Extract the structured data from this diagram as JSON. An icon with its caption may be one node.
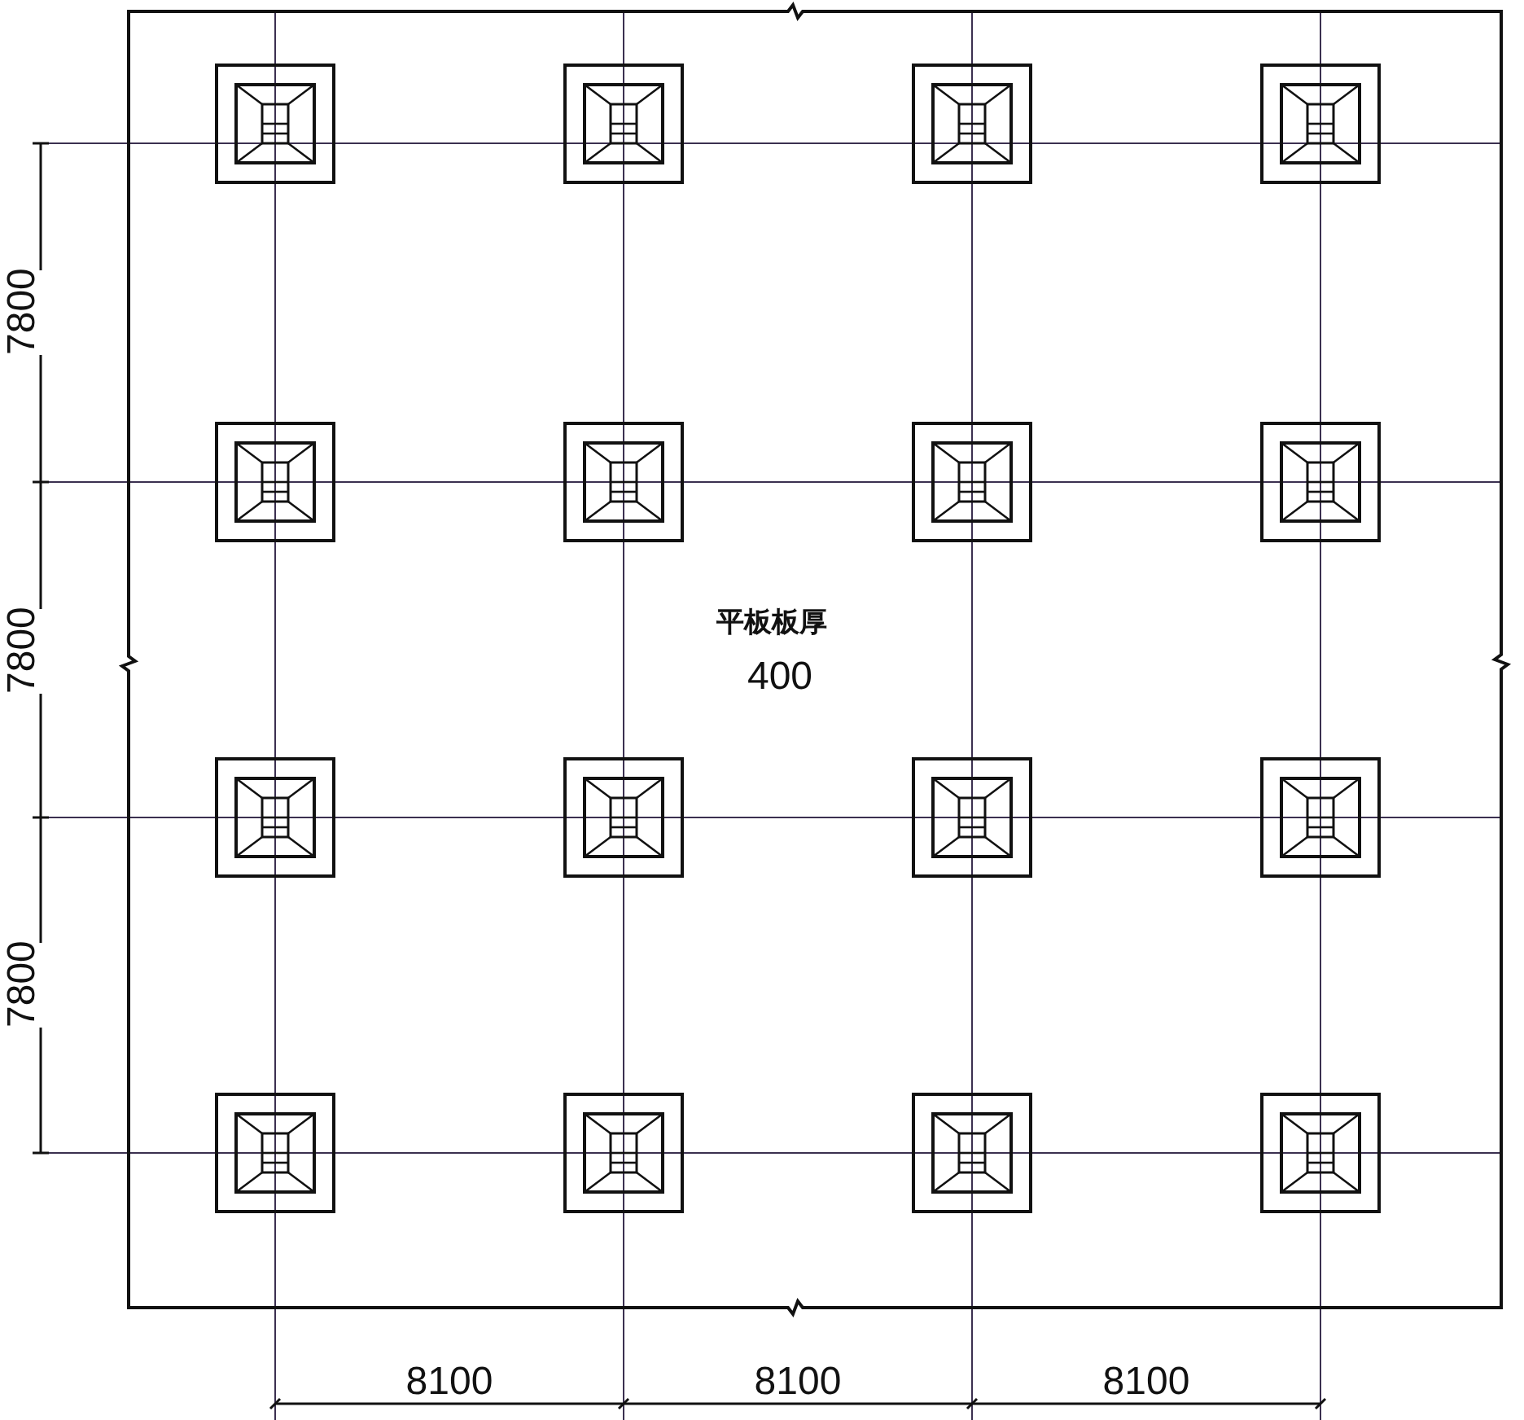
{
  "diagram": {
    "labels": [
      "7800",
      "7800",
      "平板板厚",
      "400",
      "7800",
      "8100",
      "8100",
      "8100"
    ]
  }
}
